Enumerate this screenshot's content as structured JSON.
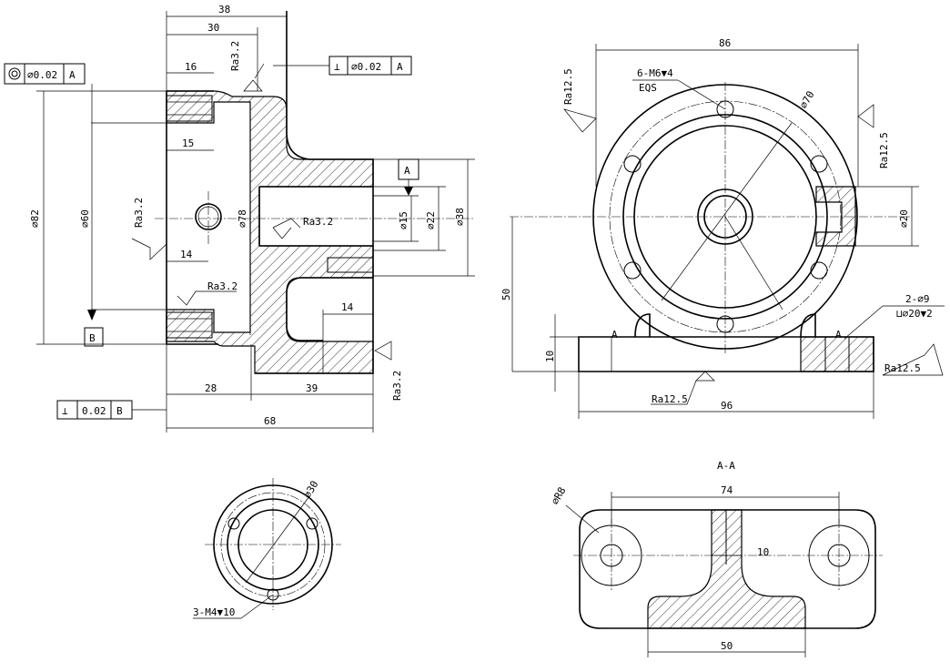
{
  "front_view": {
    "dims": {
      "d38": "38",
      "d30": "30",
      "d16": "16",
      "d15": "15",
      "d14a": "14",
      "d14b": "14",
      "d28": "28",
      "d39": "39",
      "d68": "68",
      "phi82": "⌀82",
      "phi60": "⌀60",
      "phi78": "⌀78",
      "phi15": "⌀15",
      "phi22": "⌀22",
      "phi38": "⌀38"
    },
    "roughness": {
      "ra_top": "Ra3.2",
      "ra_left": "Ra3.2",
      "ra_bore": "Ra3.2",
      "ra_mid": "Ra3.2",
      "ra_right": "Ra3.2"
    },
    "gdt_concentric": {
      "symbol": "◎",
      "value": "⌀0.02",
      "datum": "A"
    },
    "gdt_perp_top": {
      "symbol": "⊥",
      "value": "⌀0.02",
      "datum": "A"
    },
    "gdt_perp_bottom": {
      "symbol": "⊥",
      "value": "0.02",
      "datum": "B"
    },
    "datum_a": "A",
    "datum_b": "B"
  },
  "side_view": {
    "dims": {
      "d86": "86",
      "phi70": "⌀70",
      "phi20": "⌀20",
      "d50": "50",
      "d10": "10",
      "d96": "96"
    },
    "thread_note": "6-M6▼4",
    "thread_sub": "EQS",
    "hole_note": "2-⌀9",
    "hole_sub": "⊔⌀20▼2",
    "section_mark_left": "A",
    "section_mark_right": "A",
    "roughness": {
      "ra_left": "Ra12.5",
      "ra_right": "Ra12.5",
      "ra_bottom": "Ra12.5",
      "ra_base": "Ra12.5"
    }
  },
  "flange_view": {
    "phi30": "⌀30",
    "thread_note": "3-M4▼10"
  },
  "section_view": {
    "title": "A-A",
    "d74": "74",
    "phi28": "⌀R8",
    "d10": "10",
    "d50": "50"
  }
}
